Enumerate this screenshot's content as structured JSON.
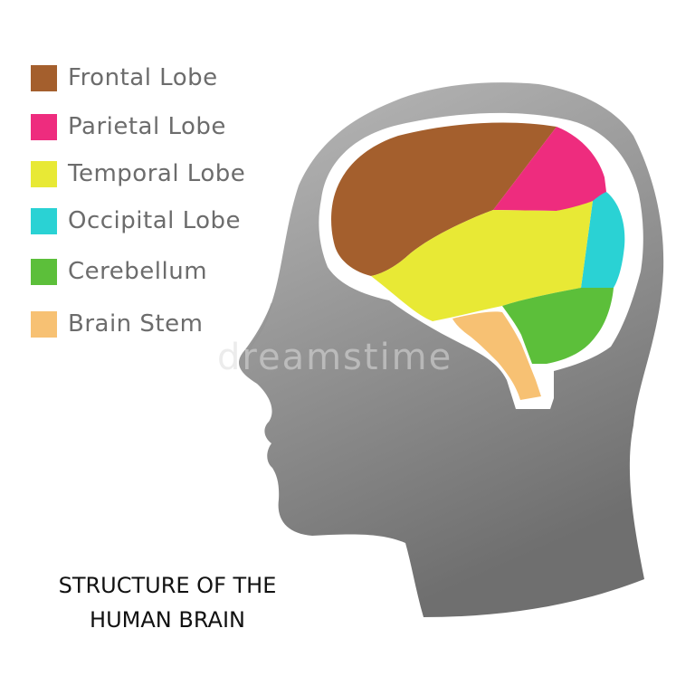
{
  "legend": [
    {
      "label": "Frontal Lobe",
      "color": "#a45f2d"
    },
    {
      "label": "Parietal Lobe",
      "color": "#ee2c7e"
    },
    {
      "label": "Temporal Lobe",
      "color": "#e8e935"
    },
    {
      "label": "Occipital Lobe",
      "color": "#2ad2d4"
    },
    {
      "label": "Cerebellum",
      "color": "#5cbf3a"
    },
    {
      "label": "Brain Stem",
      "color": "#f7c173"
    }
  ],
  "caption": {
    "line1": "STRUCTURE OF THE",
    "line2": "HUMAN BRAIN"
  },
  "watermark": "dreamstime",
  "colors": {
    "head_light": "#b9b9b9",
    "head_dark": "#6f6f6f",
    "outline": "#ffffff"
  }
}
